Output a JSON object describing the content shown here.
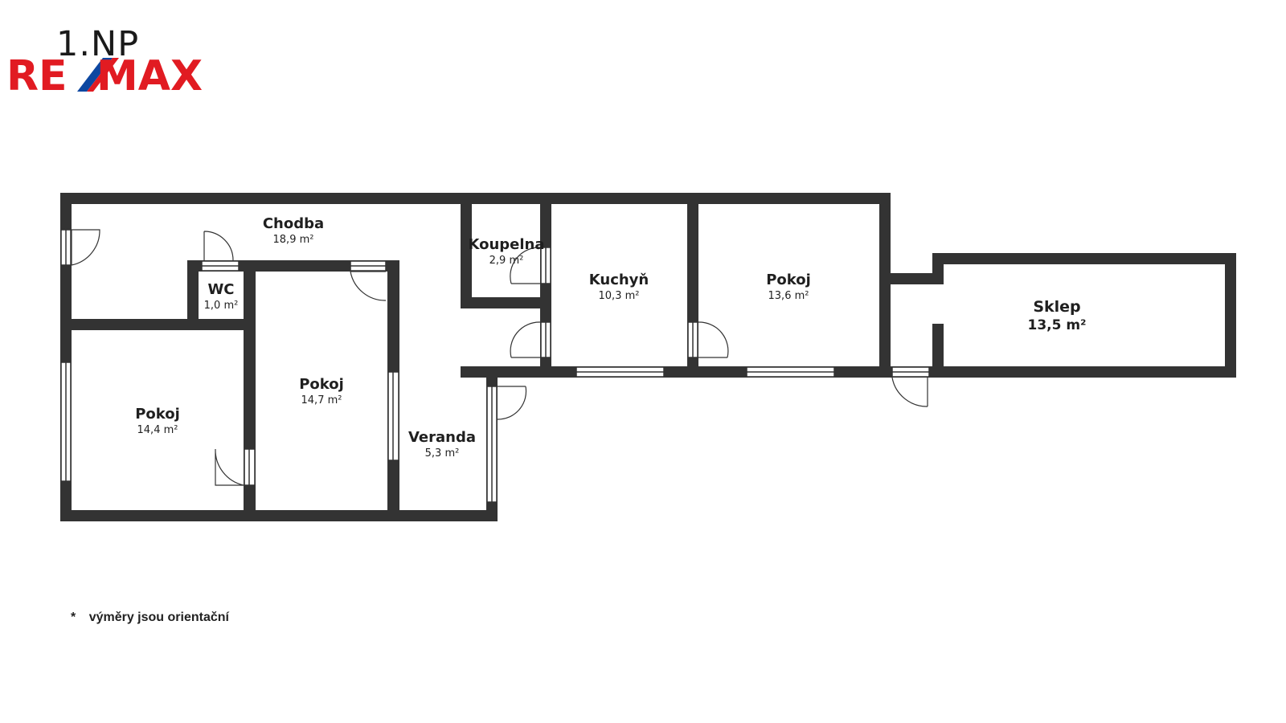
{
  "floor_label": "1.NP",
  "logo": {
    "text_left": "RE",
    "text_right": "MAX",
    "color_red": "#e11b22",
    "color_blue": "#0d47a1"
  },
  "colors": {
    "wall": "#333333",
    "window": "#ffffff",
    "background": "#ffffff"
  },
  "rooms": [
    {
      "id": "chodba",
      "name": "Chodba",
      "area": "18,9 m²"
    },
    {
      "id": "koupelna",
      "name": "Koupelna",
      "area": "2,9 m²"
    },
    {
      "id": "kuchyn",
      "name": "Kuchyň",
      "area": "10,3 m²"
    },
    {
      "id": "pokoj-1",
      "name": "Pokoj",
      "area": "13,6 m²"
    },
    {
      "id": "sklep",
      "name": "Sklep",
      "area": "13,5 m²"
    },
    {
      "id": "wc",
      "name": "WC",
      "area": "1,0 m²"
    },
    {
      "id": "pokoj-2",
      "name": "Pokoj",
      "area": "14,7 m²"
    },
    {
      "id": "pokoj-3",
      "name": "Pokoj",
      "area": "14,4 m²"
    },
    {
      "id": "veranda",
      "name": "Veranda",
      "area": "5,3 m²"
    }
  ],
  "footnote": {
    "marker": "*",
    "text": "výměry jsou orientační"
  }
}
